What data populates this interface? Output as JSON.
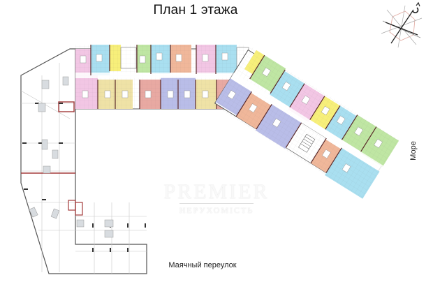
{
  "title": "План 1 этажа",
  "labels": {
    "street": "Маячный переулок",
    "sea": "Море"
  },
  "watermark": {
    "brand": "PREMIER",
    "subtitle": "НЕРУХОМІСТЬ"
  },
  "compass": {
    "icon": "compass-rose-icon",
    "north_marker": "С"
  },
  "colors": {
    "pink": "#f2c6e4",
    "cyan": "#a9dff0",
    "yellow": "#f7ef7a",
    "green": "#bfe6a3",
    "salmon": "#f0b79a",
    "lavender": "#b9bde8",
    "beige": "#efe2a6",
    "red": "#e8a9a2",
    "wall": "#555555",
    "accent_wall": "#a33a3a"
  },
  "units": {
    "top_row": [
      {
        "color": "pink"
      },
      {
        "color": "cyan"
      },
      {
        "color": "yellow"
      },
      {
        "color": "green"
      },
      {
        "color": "cyan"
      },
      {
        "color": "salmon"
      },
      {
        "color": "pink"
      },
      {
        "color": "cyan"
      }
    ],
    "bottom_row": [
      {
        "color": "pink"
      },
      {
        "color": "beige"
      },
      {
        "color": "red"
      },
      {
        "color": "lavender"
      },
      {
        "color": "beige"
      },
      {
        "color": "red"
      }
    ],
    "diagonal_wing": [
      {
        "color": "yellow"
      },
      {
        "color": "green"
      },
      {
        "color": "cyan"
      },
      {
        "color": "pink"
      },
      {
        "color": "yellow"
      },
      {
        "color": "cyan"
      },
      {
        "color": "green"
      },
      {
        "color": "green"
      },
      {
        "color": "lavender"
      },
      {
        "color": "salmon"
      },
      {
        "color": "lavender"
      },
      {
        "color": "salmon"
      },
      {
        "color": "cyan"
      }
    ]
  }
}
